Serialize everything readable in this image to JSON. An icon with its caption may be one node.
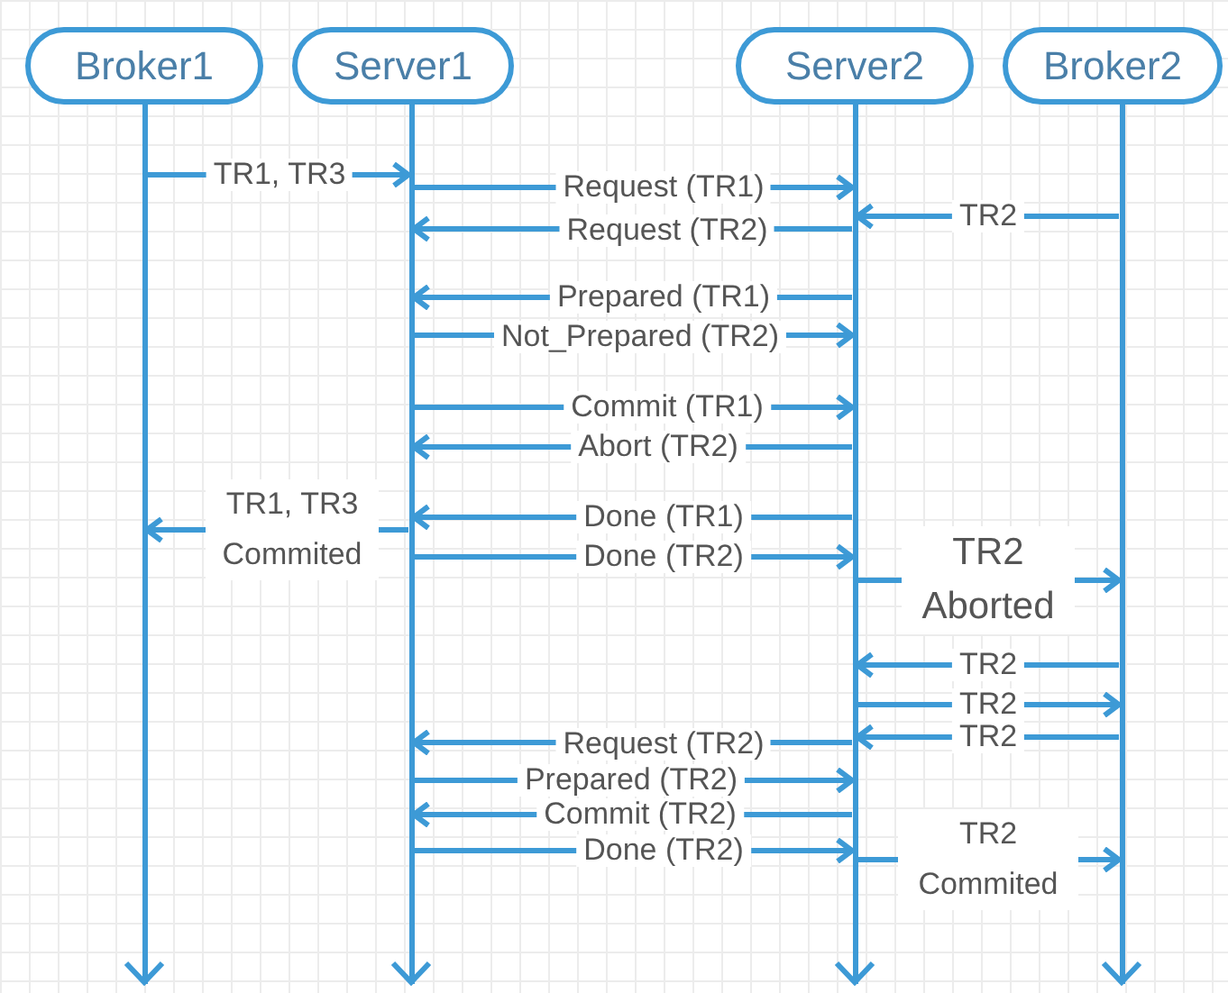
{
  "diagram": {
    "nodes": [
      {
        "text": [
          "Broker1"
        ]
      },
      {
        "text": [
          "Server1"
        ]
      },
      {
        "text": [
          "Server2"
        ]
      },
      {
        "text": [
          "Broker2"
        ]
      },
      {
        "text": [],
        "shape": "bar"
      },
      {
        "text": [],
        "shape": "bar"
      },
      {
        "text": [],
        "shape": "bar"
      },
      {
        "text": [],
        "shape": "bar"
      }
    ],
    "edges": [
      {
        "from": 4,
        "to": 5,
        "arrow": "to",
        "label": "TR1, TR3"
      },
      {
        "from": 5,
        "to": 6,
        "arrow": "to",
        "label": "Request (TR1)"
      },
      {
        "from": 7,
        "to": 6,
        "arrow": "to",
        "label": "TR2"
      },
      {
        "from": 6,
        "to": 5,
        "arrow": "to",
        "label": "Request (TR2)"
      },
      {
        "from": 6,
        "to": 5,
        "arrow": "to",
        "label": "Prepared (TR1)"
      },
      {
        "from": 5,
        "to": 6,
        "arrow": "to",
        "label": "Not_Prepared (TR2)"
      },
      {
        "from": 5,
        "to": 6,
        "arrow": "to",
        "label": "Commit (TR1)"
      },
      {
        "from": 6,
        "to": 5,
        "arrow": "to",
        "label": "Abort (TR2)"
      },
      {
        "from": 6,
        "to": 5,
        "arrow": "to",
        "label": "Done (TR1)"
      },
      {
        "from": 5,
        "to": 4,
        "arrow": "to",
        "label": "TR1, TR3 Commited"
      },
      {
        "from": 5,
        "to": 6,
        "arrow": "to",
        "label": "Done (TR2)"
      },
      {
        "from": 6,
        "to": 7,
        "arrow": "to",
        "label": "TR2 Aborted"
      },
      {
        "from": 7,
        "to": 6,
        "arrow": "to",
        "label": "TR2"
      },
      {
        "from": 6,
        "to": 7,
        "arrow": "to",
        "label": "TR2"
      },
      {
        "from": 7,
        "to": 6,
        "arrow": "to",
        "label": "TR2"
      },
      {
        "from": 6,
        "to": 5,
        "arrow": "to",
        "label": "Request (TR2)"
      },
      {
        "from": 5,
        "to": 6,
        "arrow": "to",
        "label": "Prepared (TR2)"
      },
      {
        "from": 6,
        "to": 5,
        "arrow": "to",
        "label": "Commit (TR2)"
      },
      {
        "from": 5,
        "to": 6,
        "arrow": "to",
        "label": "Done (TR2)"
      },
      {
        "from": 6,
        "to": 7,
        "arrow": "to",
        "label": "TR2 Commited"
      }
    ]
  }
}
